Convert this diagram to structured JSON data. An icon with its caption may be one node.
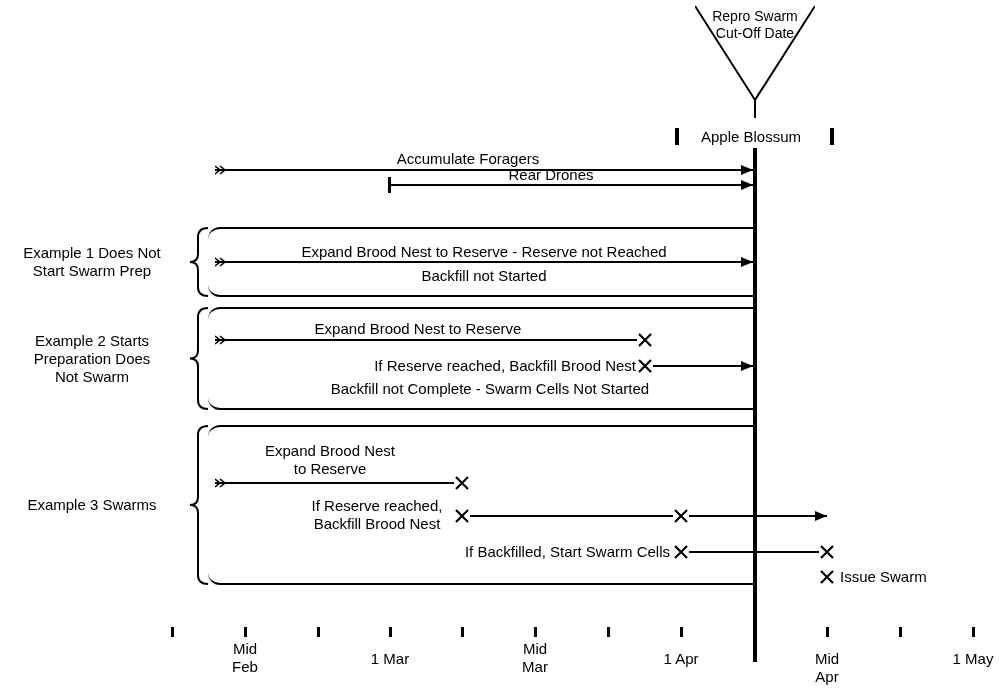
{
  "diagram": {
    "nodes": [
      {
        "text": [
          "Repro Swarm Cut-Off Date"
        ]
      },
      {
        "text": [],
        "shape": "bar"
      },
      {
        "text": [],
        "shape": "bar"
      },
      {
        "text": [
          "Example 1 Does Not Start Swarm Prep"
        ]
      },
      {
        "text": [
          "Example 2 Starts Preparation Does Not Swarm"
        ]
      },
      {
        "text": [],
        "shape": "cross",
        "in": 4
      },
      {
        "text": [],
        "shape": "cross",
        "in": 4,
        "beside": [
          "If Reserve reached, Backfill Brood Nest"
        ]
      },
      {
        "text": [
          "Example 3 Swarms"
        ]
      },
      {
        "text": [],
        "shape": "cross",
        "in": 7
      },
      {
        "text": [],
        "shape": "cross",
        "in": 7,
        "beside": [
          "If Reserve reached, Backfill Brood Nest"
        ]
      },
      {
        "text": [],
        "shape": "cross",
        "in": 7
      },
      {
        "text": [],
        "shape": "cross",
        "in": 7,
        "beside": [
          "If Backfilled, Start Swarm Cells"
        ]
      },
      {
        "text": [],
        "shape": "cross"
      },
      {
        "text": [],
        "shape": "cross",
        "beside": [
          "Issue Swarm"
        ]
      }
    ],
    "edges": [
      {
        "from": null,
        "to": 1,
        "arrow": "to",
        "label": "Accumulate Foragers"
      },
      {
        "from": 2,
        "to": 1,
        "arrow": "to",
        "label": "Rear Drones"
      },
      {
        "from": 3,
        "to": 1,
        "arrow": "to",
        "label": "Expand Brood Nest to Reserve - Reserve not Reached"
      },
      {
        "from": 4,
        "to": 5,
        "arrow": "other",
        "label": "Expand Brood Nest to Reserve"
      },
      {
        "from": 6,
        "to": 1,
        "arrow": "to"
      },
      {
        "from": 7,
        "to": 8,
        "arrow": "other",
        "label": "Expand Brood Nest to Reserve"
      },
      {
        "from": 9,
        "to": 10,
        "arrow": "none"
      },
      {
        "from": 10,
        "to": null,
        "arrow": "to"
      },
      {
        "from": 11,
        "to": 12,
        "arrow": "none"
      }
    ],
    "labels": [
      "Apple Blossum",
      "Backfill not Started",
      "Backfill not Complete - Swarm Cells Not Started",
      "Mid Feb",
      "1 Mar",
      "Mid Mar",
      "1 Apr",
      "Mid Apr",
      "1 May"
    ]
  }
}
